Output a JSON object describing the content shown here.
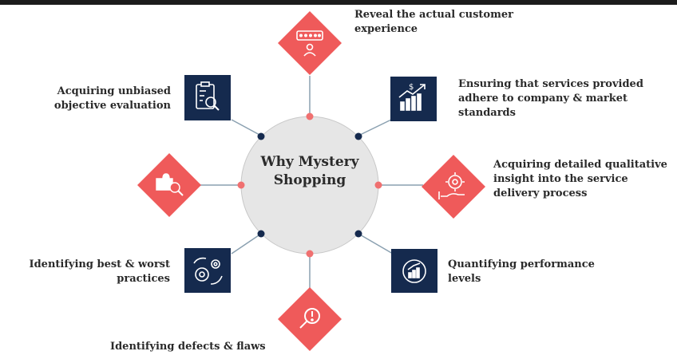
{
  "center": {
    "title": "Why Mystery Shopping"
  },
  "colors": {
    "coral": "#ef5a5a",
    "navy": "#152a4e",
    "dot_navy": "#152a4e",
    "dot_coral": "#f07070",
    "line": "#8aa0b0",
    "circle": "#e6e6e6"
  },
  "nodes": [
    {
      "label": "Reveal the actual customer experience",
      "icon": "rating-icon",
      "shape": "diamond"
    },
    {
      "label": "Ensuring that services provided adhere to company & market standards",
      "icon": "growth-chart-icon",
      "shape": "square"
    },
    {
      "label": "Acquiring detailed qualitative insight into the service delivery process",
      "icon": "hand-gear-icon",
      "shape": "diamond"
    },
    {
      "label": "Quantifying performance levels",
      "icon": "gauge-chart-icon",
      "shape": "square"
    },
    {
      "label": "Identifying defects & flaws",
      "icon": "alert-search-icon",
      "shape": "diamond"
    },
    {
      "label": "Identifying best & worst practices",
      "icon": "gears-icon",
      "shape": "square"
    },
    {
      "label": "",
      "icon": "puzzle-search-icon",
      "shape": "diamond"
    },
    {
      "label": "Acquiring unbiased objective evaluation",
      "icon": "clipboard-search-icon",
      "shape": "square"
    }
  ]
}
